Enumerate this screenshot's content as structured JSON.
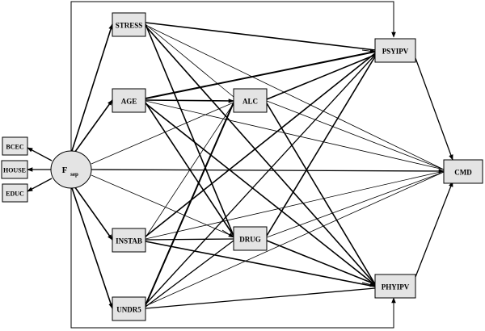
{
  "nodes": {
    "bcec": "BCEC",
    "house": "HOUSE",
    "educ": "EDUC",
    "fsep_main": "F",
    "fsep_sub": "sep",
    "stress": "STRESS",
    "age": "AGE",
    "instab": "INSTAB",
    "undr5": "UNDR5",
    "alc": "ALC",
    "drug": "DRUG",
    "psyipv": "PSYIPV",
    "phyipv": "PHYIPV",
    "cmd": "CMD"
  }
}
